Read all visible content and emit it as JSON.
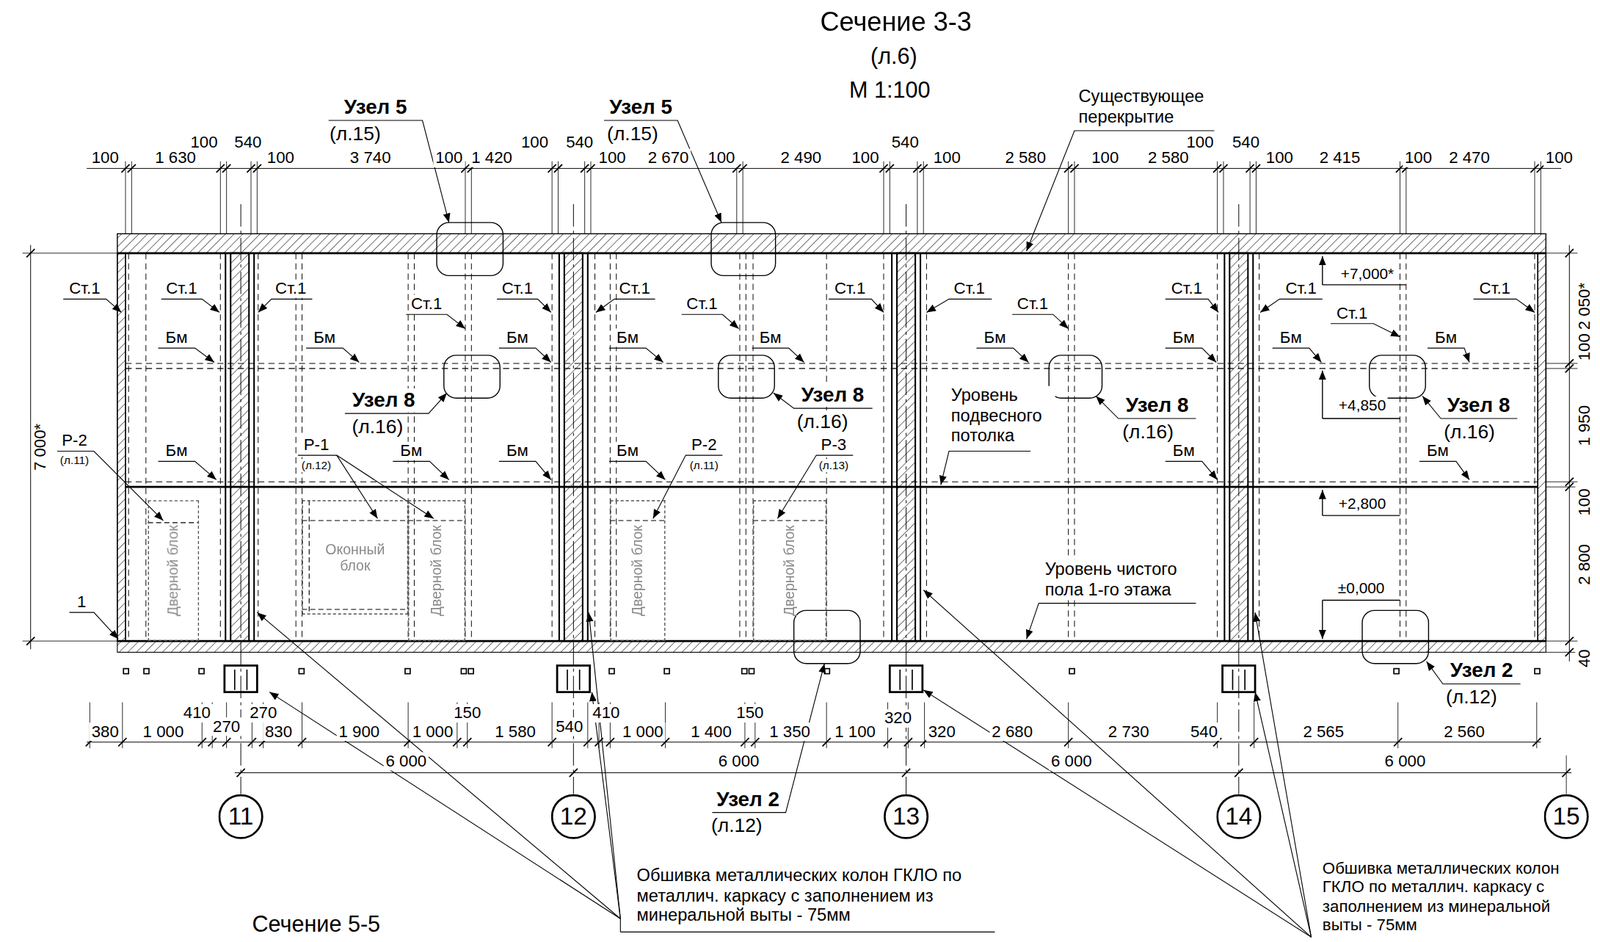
{
  "diagram": {
    "title": "Сечение 3-3",
    "nodes": [
      {
        "text": [
          "Дверной блок"
        ]
      },
      {
        "text": [
          "Оконный блок"
        ]
      },
      {
        "text": [
          "Дверной блок"
        ]
      },
      {
        "text": [
          "Дверной блок"
        ]
      },
      {
        "text": [
          "Дверной блок"
        ]
      },
      {
        "text": [
          "11"
        ]
      },
      {
        "text": [
          "12"
        ]
      },
      {
        "text": [
          "13"
        ]
      },
      {
        "text": [
          "14"
        ]
      },
      {
        "text": [
          "15"
        ]
      }
    ],
    "labels": [
      "(л.6)",
      "М 1:100",
      "100",
      "1 630",
      "100",
      "540",
      "100",
      "3 740",
      "100",
      "1 420",
      "100",
      "540",
      "100",
      "2 670",
      "100",
      "2 490",
      "100",
      "540",
      "100",
      "2 580",
      "100",
      "2 580",
      "100",
      "540",
      "100",
      "2 415",
      "100",
      "2 470",
      "100",
      "380",
      "1 000",
      "410",
      "270",
      "270",
      "830",
      "1 900",
      "1 000",
      "150",
      "1 580",
      "540",
      "410",
      "1 000",
      "1 400",
      "150",
      "1 350",
      "1 100",
      "320",
      "320",
      "2 680",
      "2 730",
      "540",
      "2 565",
      "2 560",
      "6 000",
      "6 000",
      "6 000",
      "6 000",
      "7 000*",
      "2 050*",
      "100",
      "1 950",
      "100",
      "2 800",
      "40",
      "+7,000*",
      "+4,850",
      "+2,800",
      "±0,000",
      "Ст.1",
      "Ст.1",
      "Ст.1",
      "Ст.1",
      "Ст.1",
      "Ст.1",
      "Ст.1",
      "Ст.1",
      "Ст.1",
      "Ст.1",
      "Ст.1",
      "Ст.1",
      "Ст.1",
      "Ст.1",
      "Бм",
      "Бм",
      "Бм",
      "Бм",
      "Бм",
      "Бм",
      "Бм",
      "Бм",
      "Бм",
      "Бм",
      "Бм",
      "Бм",
      "Бм",
      "Бм",
      "Бм",
      "Р-2",
      "(л.11)",
      "Р-1",
      "(л.12)",
      "Р-2",
      "(л.11)",
      "Р-3",
      "(л.13)",
      "1",
      "Узел 5",
      "(л.15)",
      "Узел 5",
      "(л.15)",
      "Узел 8",
      "(л.16)",
      "Узел 8",
      "(л.16)",
      "Узел 8",
      "(л.16)",
      "Узел 8",
      "(л.16)",
      "Узел 2",
      "(л.12)",
      "Узел 2",
      "(л.12)",
      "Существующее перекрытие",
      "Уровень подвесного потолка",
      "Уровень чистого пола 1-го этажа",
      "Обшивка металлических колон ГКЛО по металлич. каркасу с заполнением из минеральной выты - 75мм",
      "Обшивка металлических колон ГКЛО по металлич. каркасу с заполнением из минеральной выты - 75мм",
      "Сечение 5-5"
    ]
  }
}
